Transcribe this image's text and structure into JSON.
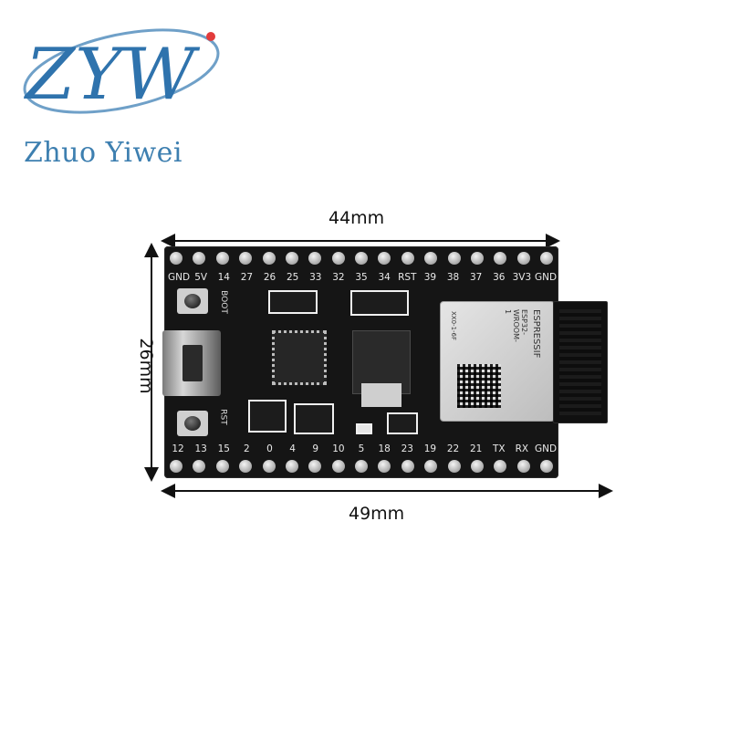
{
  "brand": {
    "logo_letters": "ZYW",
    "name": "Zhuo Yiwei",
    "color": "#3d7fb0",
    "accent": "#e23b3b"
  },
  "dimensions": {
    "top": "44mm",
    "left": "26mm",
    "bottom": "49mm"
  },
  "board": {
    "top_pins": [
      "GND",
      "5V",
      "14",
      "27",
      "26",
      "25",
      "33",
      "32",
      "35",
      "34",
      "RST",
      "39",
      "38",
      "37",
      "36",
      "3V3",
      "GND"
    ],
    "bottom_pins": [
      "12",
      "13",
      "15",
      "2",
      "0",
      "4",
      "9",
      "10",
      "5",
      "18",
      "23",
      "19",
      "22",
      "21",
      "TX",
      "RX",
      "GND"
    ],
    "silkscreen_boot": "BOOT",
    "silkscreen_rst": "RST",
    "module_text": "ESP32-WROOM-1",
    "module_brand": "ESPRESSIF",
    "module_code": "XX0-1-6F"
  }
}
